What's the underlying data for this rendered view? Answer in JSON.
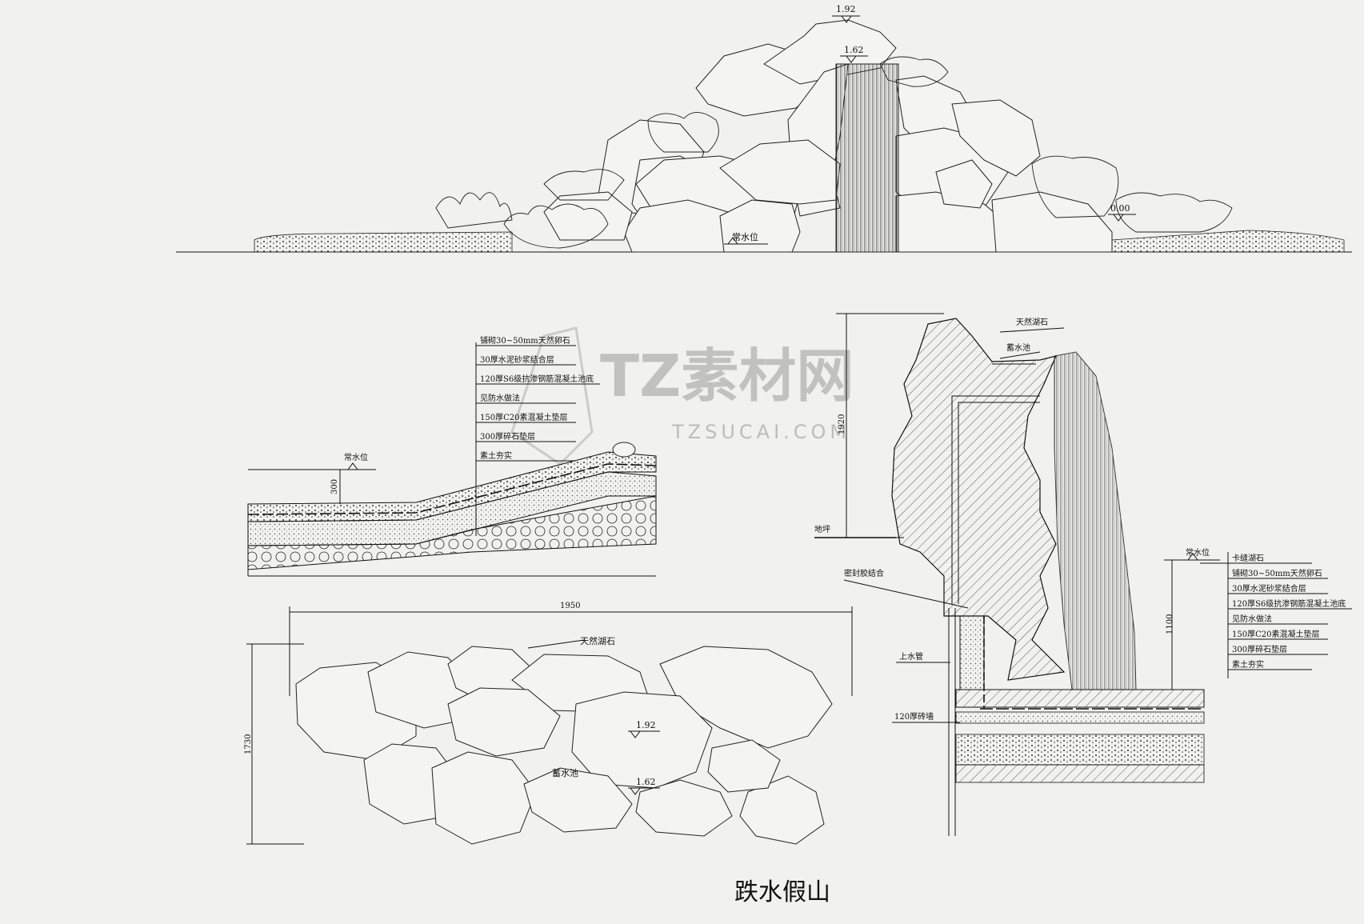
{
  "title": "跌水假山",
  "watermark": {
    "cn": "TZ素材网",
    "en": "TZSUCAI.COM"
  },
  "elevation": {
    "marks": [
      "1.92",
      "1.62",
      "0.00"
    ],
    "label_water": "常水位"
  },
  "slope_section": {
    "layers": [
      "铺砌30~50mm天然卵石",
      "30厚水泥砂浆结合层",
      "120厚S6级抗渗钢筋混凝土池底",
      "见防水做法",
      "150厚C20素混凝土垫层",
      "300厚碎石垫层",
      "素土夯实"
    ],
    "dim_300": "300",
    "water_label": "常水位"
  },
  "plan": {
    "dim_width": "1950",
    "dim_height": "1730",
    "label_stone": "天然湖石",
    "mark_top": "1.92",
    "mark_low": "1.62",
    "label_pool": "蓄水池"
  },
  "fall_section": {
    "label_stone": "天然湖石",
    "label_pool": "蓄水池",
    "dim_1920": "1920",
    "dim_1100": "1100",
    "label_ground": "地坪",
    "label_seal": "密封胶结合",
    "label_pipe": "上水管",
    "label_wall": "120厚砖墙",
    "water_level": "常水位",
    "layers": [
      "卡缝湖石",
      "铺砌30~50mm天然卵石",
      "30厚水泥砂浆结合层",
      "120厚S6级抗渗钢筋混凝土池底",
      "见防水做法",
      "150厚C20素混凝土垫层",
      "300厚碎石垫层",
      "素土夯实"
    ]
  }
}
